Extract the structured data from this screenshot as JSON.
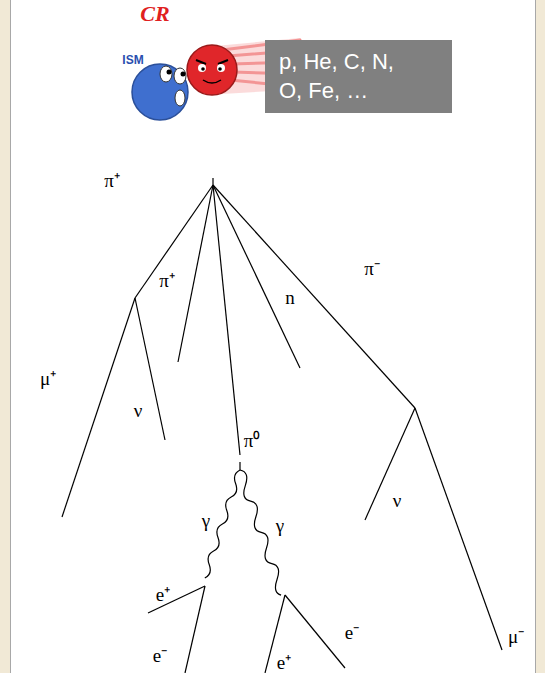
{
  "diagram": {
    "nodes": [
      {
        "text": [
          "p, He, C, N, O, Fe, …"
        ]
      }
    ],
    "labels": [
      "CR",
      "ISM",
      "π⁺",
      "π⁺",
      "n",
      "π⁻",
      "μ⁺",
      "ν",
      "π⁰",
      "ν",
      "γ",
      "γ",
      "e⁺",
      "e⁻",
      "e⁻",
      "e⁺",
      "μ⁻"
    ]
  }
}
